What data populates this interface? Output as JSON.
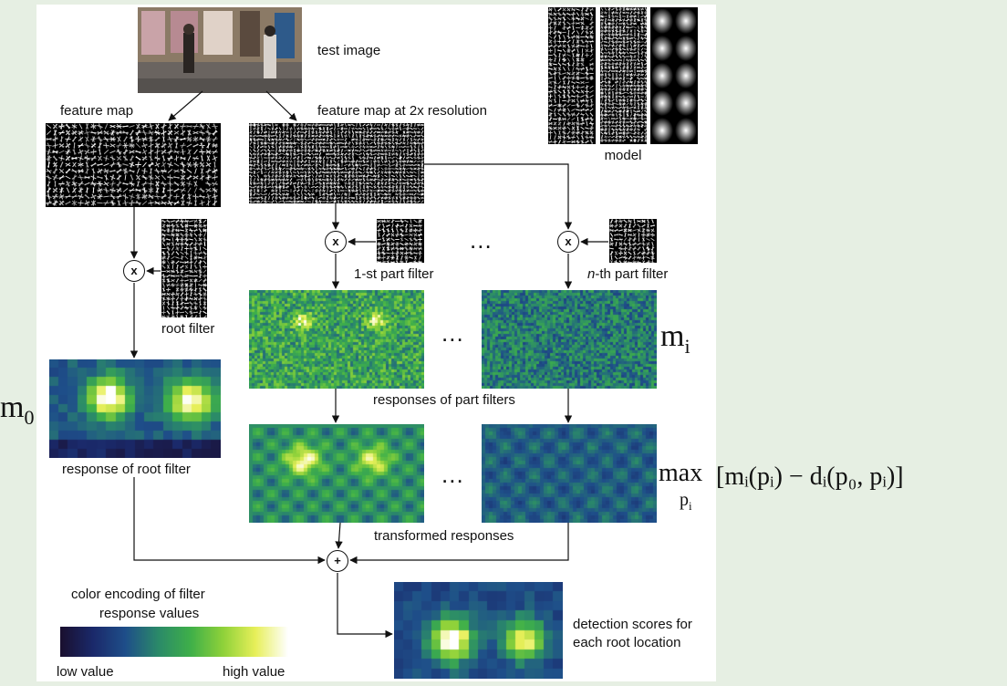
{
  "labels": {
    "test_image": "test image",
    "feature_map": "feature map",
    "feature_map_2x": "feature map at 2x resolution",
    "model": "model",
    "root_filter": "root filter",
    "part_filter_1": "1-st part filter",
    "part_filter_n_italic": "n",
    "part_filter_n_rest": "-th part filter",
    "responses_part": "responses of part filters",
    "response_root": "response of root filter",
    "transformed": "transformed responses",
    "color_encoding_1": "color encoding of filter",
    "color_encoding_2": "response values",
    "low_value": "low value",
    "high_value": "high value",
    "detection_1": "detection scores for",
    "detection_2": "each root location",
    "ellipsis": "...",
    "op_multiply": "x",
    "op_plus": "+"
  },
  "math": {
    "m0_base": "m",
    "m0_sub": "0",
    "mi_base": "m",
    "mi_sub": "i",
    "max_word": "max",
    "max_sub": "p",
    "max_sub_sub": "i",
    "max_expr": "[mᵢ(pᵢ) − dᵢ(p₀, pᵢ)]"
  },
  "colors": {
    "background": "#e6efe3",
    "panel": "#ffffff",
    "colormap": [
      "#1a1030",
      "#1b2a6b",
      "#1f4f8a",
      "#2b8a6a",
      "#3fb04a",
      "#8fd23a",
      "#e8f05a",
      "#ffffff"
    ]
  }
}
